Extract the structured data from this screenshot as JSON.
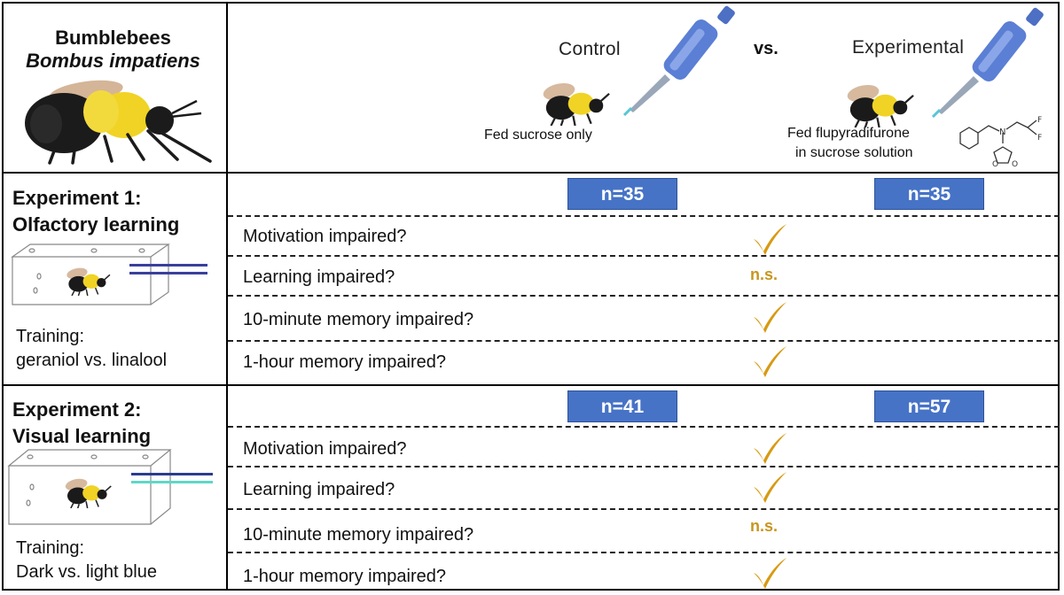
{
  "header": {
    "subject_title": "Bumblebees",
    "subject_species": "Bombus impatiens",
    "control_label": "Control",
    "vs_label": "vs.",
    "experimental_label": "Experimental",
    "control_desc": "Fed sucrose only",
    "experimental_desc_line1": "Fed flupyradifurone",
    "experimental_desc_line2": "in sucrose solution"
  },
  "experiments": [
    {
      "title_line1": "Experiment 1:",
      "title_line2": "Olfactory learning",
      "training_line1": "Training:",
      "training_line2": "geraniol vs. linalool",
      "n_control": "n=35",
      "n_experimental": "n=35",
      "questions": [
        {
          "label": "Motivation impaired?",
          "result": "check"
        },
        {
          "label": "Learning impaired?",
          "result": "n.s."
        },
        {
          "label": "10-minute memory impaired?",
          "result": "check"
        },
        {
          "label": "1-hour memory impaired?",
          "result": "check"
        }
      ]
    },
    {
      "title_line1": "Experiment 2:",
      "title_line2": "Visual learning",
      "training_line1": "Training:",
      "training_line2": "Dark vs. light blue",
      "n_control": "n=41",
      "n_experimental": "n=57",
      "questions": [
        {
          "label": "Motivation impaired?",
          "result": "check"
        },
        {
          "label": "Learning impaired?",
          "result": "check"
        },
        {
          "label": "10-minute memory impaired?",
          "result": "n.s."
        },
        {
          "label": "1-hour memory impaired?",
          "result": "check"
        }
      ]
    }
  ],
  "colors": {
    "n_box": "#4673c6",
    "check": "#d79a12",
    "ns_text": "#c8961e",
    "bee_yellow": "#f0d324",
    "pipette_blue": "#5b7fd4",
    "exp1_stripe": "#3a3f9c",
    "exp2_stripe_dark": "#2a3c8e",
    "exp2_stripe_light": "#5fd6c8"
  }
}
